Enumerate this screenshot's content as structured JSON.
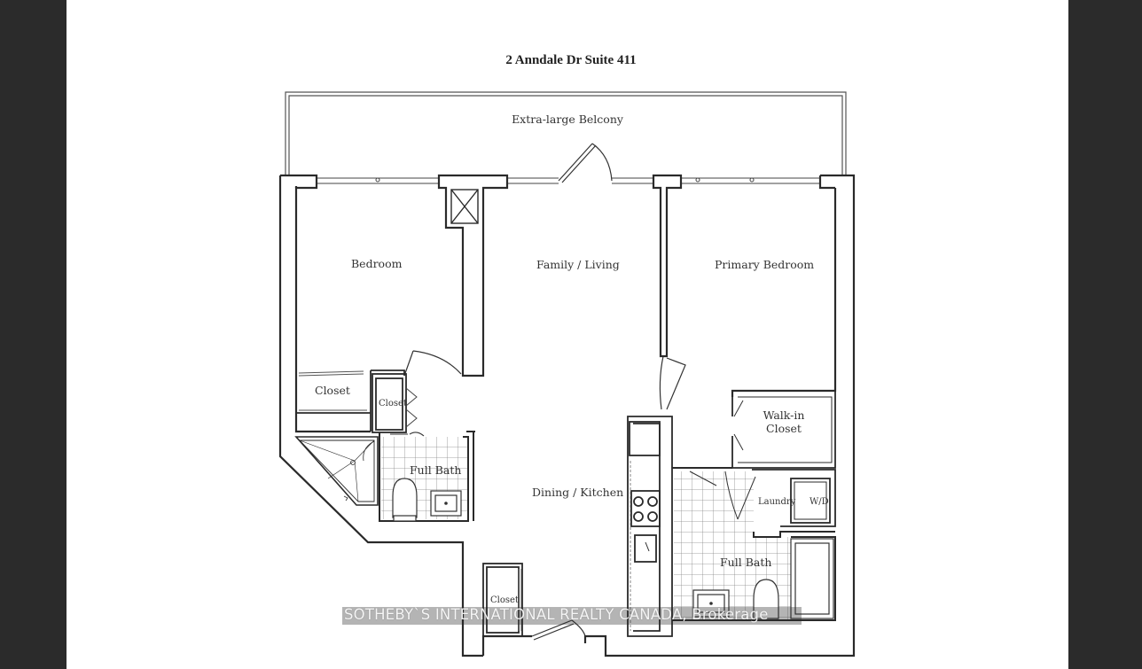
{
  "document": {
    "title": "2 Anndale Dr Suite 411"
  },
  "rooms": {
    "balcony": "Extra-large Belcony",
    "bedroom": "Bedroom",
    "family_living": "Family / Living",
    "primary_bedroom": "Primary Bedroom",
    "closet_bedroom": "Closet",
    "closet_small": "Closet",
    "walkin_closet_line1": "Walk-in",
    "walkin_closet_line2": "Closet",
    "full_bath_left": "Full Bath",
    "dining_kitchen": "Dining / Kitchen",
    "laundry": "Laundry",
    "wd": "W/D",
    "full_bath_right": "Full Bath",
    "closet_entry": "Closet"
  },
  "watermark": "SOTHEBY`S INTERNATIONAL REALTY CANADA, Brokerage",
  "colors": {
    "frame": "#2b2b2b",
    "paper": "#ffffff",
    "wall": "#2a2a2a"
  }
}
